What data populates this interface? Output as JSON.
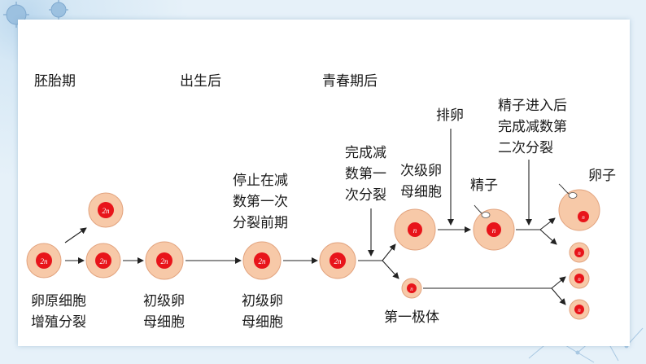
{
  "stages": {
    "embryo": "胚胎期",
    "birth": "出生后",
    "puberty": "青春期后"
  },
  "labels": {
    "oogonium_line1": "卵原细胞",
    "oogonium_line2": "增殖分裂",
    "primary1_line1": "初级卵",
    "primary1_line2": "母细胞",
    "arrest_line1": "停止在减",
    "arrest_line2": "数第一次",
    "arrest_line3": "分裂前期",
    "primary2_line1": "初级卵",
    "primary2_line2": "母细胞",
    "complete1_line1": "完成减",
    "complete1_line2": "数第一",
    "complete1_line3": "次分裂",
    "secondary_line1": "次级卵",
    "secondary_line2": "母细胞",
    "ovulation": "排卵",
    "sperm_enter_line1": "精子进入后",
    "sperm_enter_line2": "完成减数第",
    "sperm_enter_line3": "二次分裂",
    "sperm": "精子",
    "egg": "卵子",
    "first_polar_body": "第一极体"
  },
  "cells": {
    "diploid": "2n",
    "haploid": "n"
  },
  "colors": {
    "cytoplasm": "#f7c9a8",
    "nucleus": "#e8141a",
    "arrow": "#222222",
    "background": "#cfe3f2"
  }
}
